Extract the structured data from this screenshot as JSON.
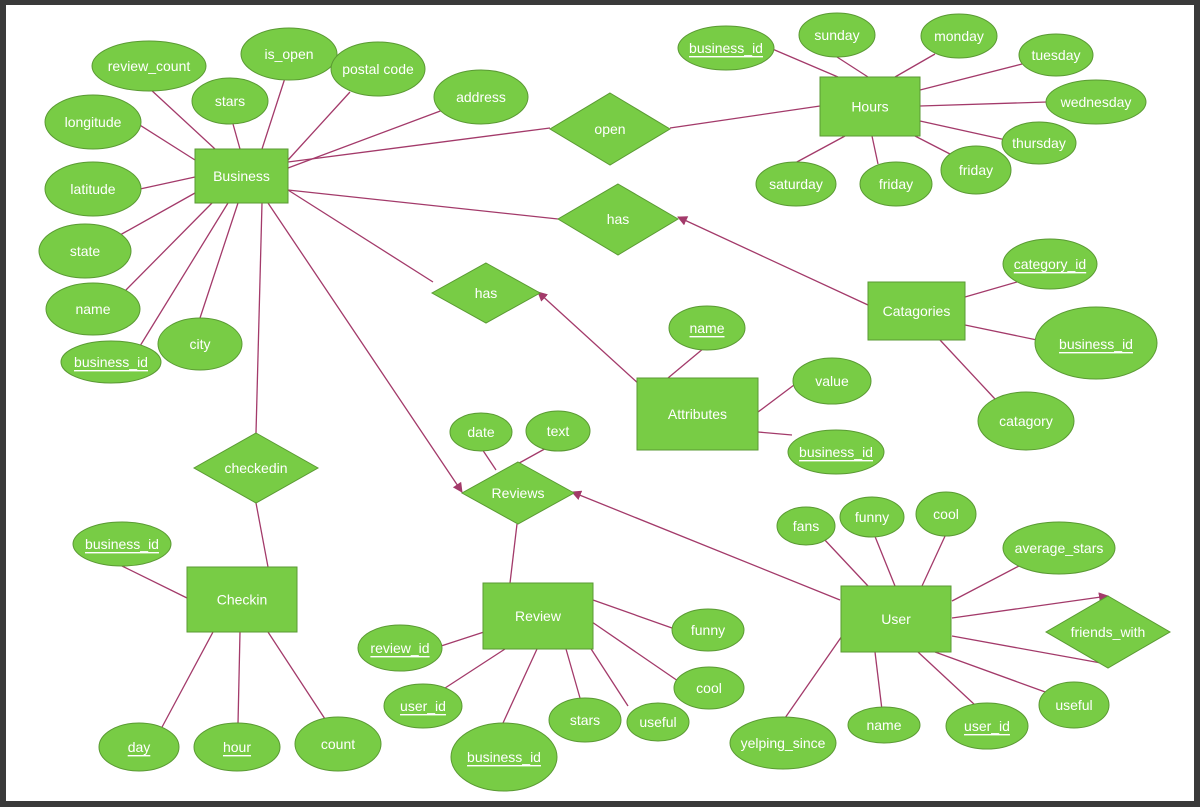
{
  "colors": {
    "frame": "#3a3a3a",
    "background": "#ffffff",
    "fill": "#78cc45",
    "stroke": "#5a9a33",
    "line": "#a33a6a",
    "text": "#ffffff"
  },
  "entities": {
    "business": "Business",
    "hours": "Hours",
    "catagories": "Catagories",
    "attributes": "Attributes",
    "checkin": "Checkin",
    "review": "Review",
    "user": "User"
  },
  "relationships": {
    "open": "open",
    "has_categories": "has",
    "has_attributes": "has",
    "checkedin": "checkedin",
    "reviews": "Reviews",
    "friends_with": "friends_with"
  },
  "attributes": {
    "business": {
      "review_count": "review_count",
      "is_open": "is_open",
      "postal_code": "postal code",
      "stars": "stars",
      "address": "address",
      "longitude": "longitude",
      "latitude": "latitude",
      "state": "state",
      "name": "name",
      "business_id": "business_id",
      "city": "city"
    },
    "hours": {
      "business_id": "business_id",
      "sunday": "sunday",
      "monday": "monday",
      "tuesday": "tuesday",
      "wednesday": "wednesday",
      "thursday": "thursday",
      "friday_1": "friday",
      "friday_2": "friday",
      "saturday": "saturday"
    },
    "catagories": {
      "category_id": "category_id",
      "business_id": "business_id",
      "catagory": "catagory"
    },
    "attributes": {
      "name": "name",
      "value": "value",
      "business_id": "business_id"
    },
    "reviews": {
      "date": "date",
      "text": "text"
    },
    "checkin": {
      "business_id": "business_id",
      "day": "day",
      "hour": "hour",
      "count": "count"
    },
    "review": {
      "review_id": "review_id",
      "user_id": "user_id",
      "business_id": "business_id",
      "stars": "stars",
      "useful": "useful",
      "cool": "cool",
      "funny": "funny"
    },
    "user": {
      "fans": "fans",
      "funny": "funny",
      "cool": "cool",
      "average_stars": "average_stars",
      "useful": "useful",
      "user_id": "user_id",
      "name": "name",
      "yelping_since": "yelping_since"
    }
  }
}
